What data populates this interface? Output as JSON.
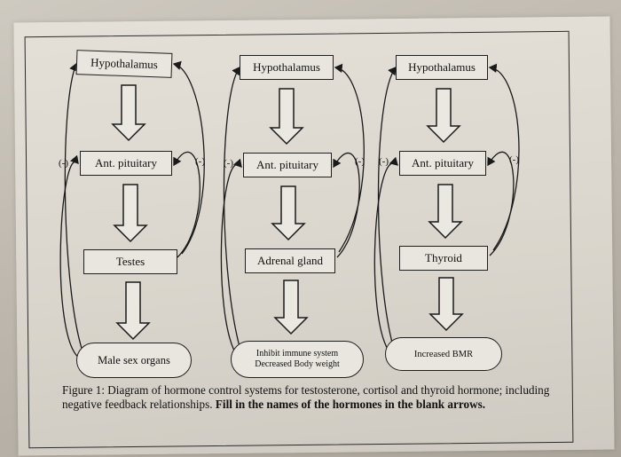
{
  "columns": [
    {
      "top": "Hypothalamus",
      "middle": "Ant. pituitary",
      "bottom": "Testes",
      "target": "Male sex organs",
      "feedback_outer": "(-)",
      "feedback_inner": "(-)"
    },
    {
      "top": "Hypothalamus",
      "middle": "Ant. pituitary",
      "bottom": "Adrenal gland",
      "target_line1": "Inhibit immune system",
      "target_line2": "Decreased Body weight",
      "feedback_outer": "(-)",
      "feedback_inner": "(-)"
    },
    {
      "top": "Hypothalamus",
      "middle": "Ant. pituitary",
      "bottom": "Thyroid",
      "target": "Increased BMR",
      "feedback_outer": "(-)",
      "feedback_inner": "(-)"
    }
  ],
  "caption": {
    "normal": "Figure 1: Diagram of hormone control systems for testosterone, cortisol and thyroid hormone; including negative feedback relationships.",
    "bold": "Fill in the names of the hormones in the blank arrows."
  }
}
